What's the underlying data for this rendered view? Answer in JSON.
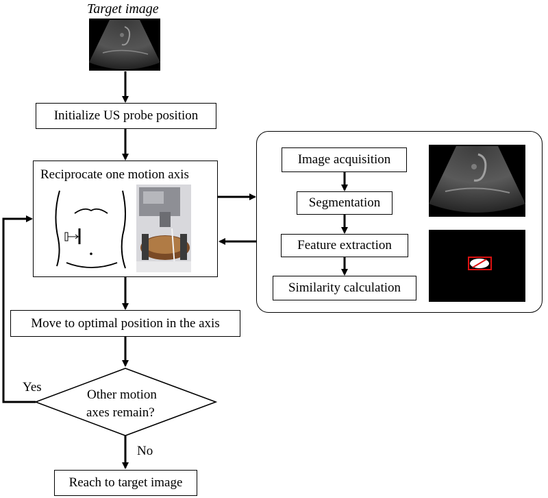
{
  "diagram": {
    "target_label": "Target image",
    "init_label": "Initialize US probe position",
    "reciprocate_label": "Reciprocate one motion axis",
    "move_label": "Move to optimal position in the axis",
    "decision_line1": "Other motion",
    "decision_line2": "axes remain?",
    "yes_label": "Yes",
    "no_label": "No",
    "reach_label": "Reach to target image",
    "sub_steps": [
      "Image acquisition",
      "Segmentation",
      "Feature extraction",
      "Similarity calculation"
    ]
  }
}
